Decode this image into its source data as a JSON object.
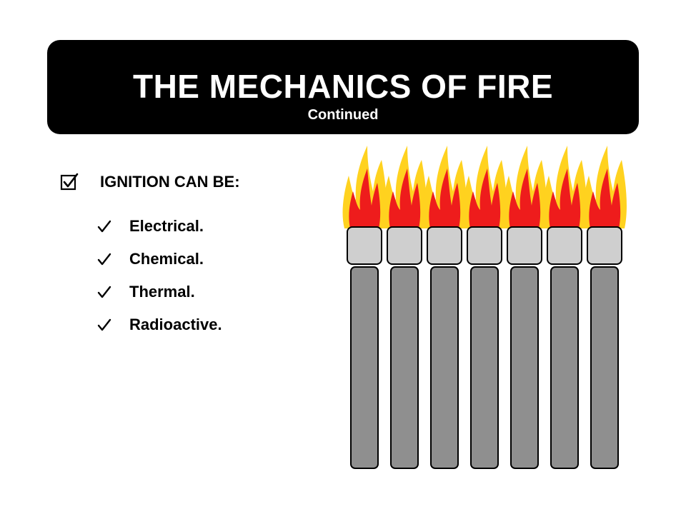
{
  "slide": {
    "title": "THE MECHANICS OF FIRE",
    "subtitle": "Continued"
  },
  "main_bullet": {
    "icon": "checked-box-icon",
    "label": "IGNITION CAN BE:"
  },
  "sub_bullets": [
    {
      "icon": "checkmark-icon",
      "label": "Electrical."
    },
    {
      "icon": "checkmark-icon",
      "label": "Chemical."
    },
    {
      "icon": "checkmark-icon",
      "label": "Thermal."
    },
    {
      "icon": "checkmark-icon",
      "label": "Radioactive."
    }
  ],
  "illustration": {
    "name": "burning-matches",
    "count": 7,
    "colors": {
      "flame_outer": "#ffd21f",
      "flame_inner": "#ee1c1c",
      "head": "#cfcfcf",
      "stick": "#8f8f8f",
      "outline": "#000000"
    }
  }
}
